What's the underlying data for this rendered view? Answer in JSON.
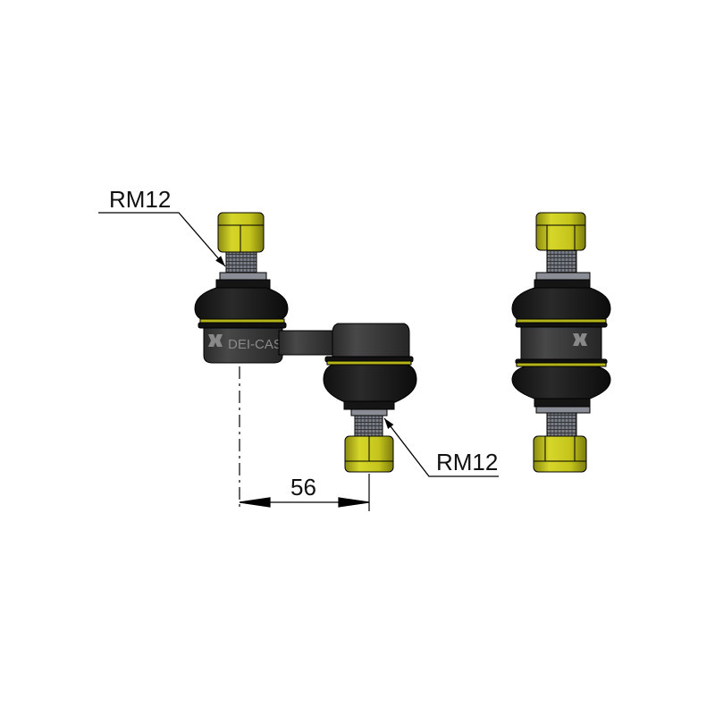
{
  "drawing": {
    "thread_label_top": "RM12",
    "thread_label_bottom": "RM12",
    "dimension_value": "56",
    "logo_text": "DEI-CAS"
  },
  "colors": {
    "nut": "#c8c81e",
    "rubber": "#1c1c1c",
    "housing": "#3a3a3a",
    "thread": "#7a7d85",
    "band": "#b5b51a",
    "line": "#000000"
  }
}
